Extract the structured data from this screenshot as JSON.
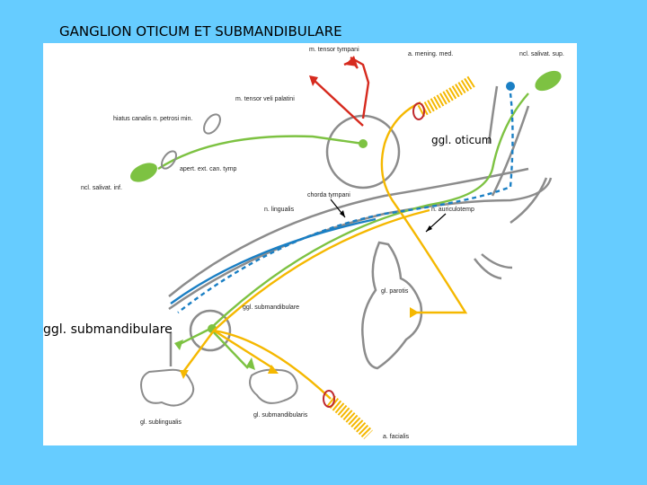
{
  "slide": {
    "title": "GANGLION  OTICUM  ET  SUBMANDIBULARE",
    "callout_oticum": "ggl. oticum",
    "callout_submandibulare": "ggl.  submandibulare"
  },
  "diagram": {
    "labels": {
      "tensor_tympani": "m. tensor tympani",
      "mening_med": "a. mening. med.",
      "ncl_salivat_sup": "ncl. salivat. sup.",
      "tensor_veli": "m. tensor veli palatini",
      "hiatus": "hiatus canalis n. petrosi min.",
      "apert": "apert. ext. can. tymp",
      "ncl_salivat_inf": "ncl. salivat. inf.",
      "chorda": "chorda tympani",
      "lingualis": "n. lingualis",
      "auriculotemp": "n. auriculotemp",
      "parotis": "gl. parotis",
      "ggl_submand_small": "ggl. submandibulare",
      "sublingualis": "gl. sublingualis",
      "submandibularis": "gl. submandibularis",
      "facialis": "a. facialis"
    },
    "colors": {
      "background": "#66ccff",
      "nerve_gray": "#8c8c8c",
      "parasympathetic_green": "#7dc242",
      "sensory_yellow": "#f5b800",
      "motor_red": "#d62a1e",
      "preganglionic_blue": "#1a7fc4",
      "artery_red": "#c0282d"
    }
  }
}
